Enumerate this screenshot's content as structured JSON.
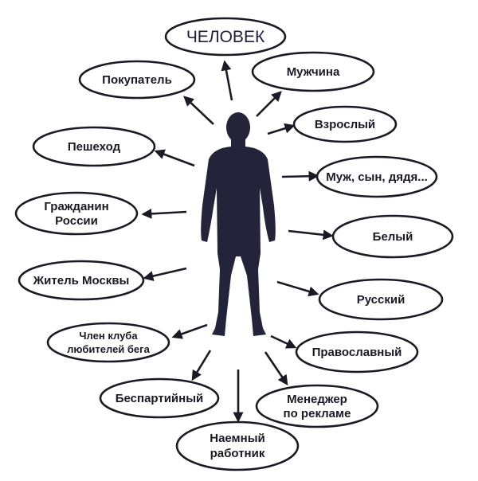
{
  "diagram": {
    "title": "ЧЕЛОВЕК",
    "roles": {
      "buyer": "Покупатель",
      "man": "Мужчина",
      "adult": "Взрослый",
      "pedestrian": "Пешеход",
      "relative": "Муж, сын, дядя...",
      "citizen_line1": "Гражданин",
      "citizen_line2": "России",
      "white": "Белый",
      "moscow_resident": "Житель Москвы",
      "russian": "Русский",
      "club_line1": "Член клуба",
      "club_line2": "любителей бега",
      "orthodox": "Православный",
      "nonpartisan": "Беспартийный",
      "manager_line1": "Менеджер",
      "manager_line2": "по рекламе",
      "employee_line1": "Наемный",
      "employee_line2": "работник"
    },
    "colors": {
      "ink": "#1a1a24",
      "figure": "#23233a",
      "background": "#ffffff"
    }
  }
}
